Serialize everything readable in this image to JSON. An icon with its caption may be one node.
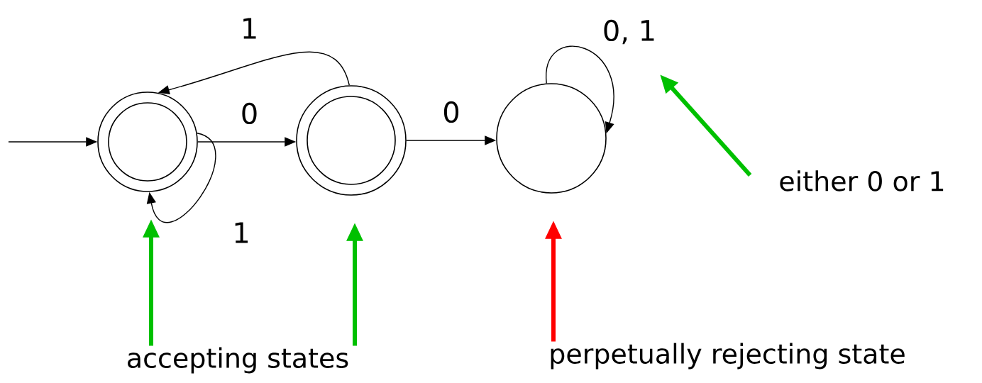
{
  "diagram": {
    "nodes": [
      {
        "text": [],
        "shape": "double-circle"
      },
      {
        "text": [],
        "shape": "double-circle"
      },
      {
        "text": [],
        "shape": "circle"
      },
      {
        "text": [
          "accepting states"
        ]
      },
      {
        "text": [
          "perpetually rejecting state"
        ]
      },
      {
        "text": [
          "either 0 or 1"
        ]
      }
    ],
    "edges": [
      {
        "from": null,
        "to": 0,
        "arrow": "to"
      },
      {
        "from": 0,
        "to": 1,
        "arrow": "to",
        "label": "0"
      },
      {
        "from": 1,
        "to": 0,
        "arrow": "to",
        "label": "1"
      },
      {
        "from": 0,
        "to": 0,
        "arrow": "to",
        "label": "1"
      },
      {
        "from": 1,
        "to": 2,
        "arrow": "to",
        "label": "0"
      },
      {
        "from": 2,
        "to": 2,
        "arrow": "to",
        "label": "0, 1"
      },
      {
        "from": 3,
        "to": 0,
        "arrow": "to",
        "style": "thick",
        "color": "#00c000"
      },
      {
        "from": 3,
        "to": 1,
        "arrow": "to",
        "style": "thick",
        "color": "#00c000"
      },
      {
        "from": 4,
        "to": 2,
        "arrow": "to",
        "style": "thick",
        "color": "#ff0000"
      },
      {
        "from": 5,
        "to": null,
        "arrow": "to",
        "style": "thick",
        "color": "#00c000"
      }
    ]
  }
}
